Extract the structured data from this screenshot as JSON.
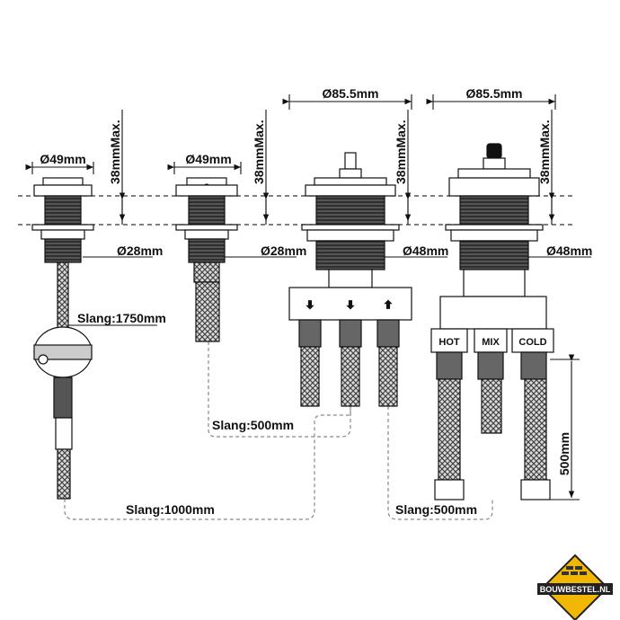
{
  "diagram": {
    "dims": {
      "d49_a": "Ø49mm",
      "d49_b": "Ø49mm",
      "d28_a": "Ø28mm",
      "d28_b": "Ø28mm",
      "d855_a": "Ø85.5mm",
      "d855_b": "Ø85.5mm",
      "d48_a": "Ø48mm",
      "d48_b": "Ø48mm",
      "max_a": "38mmMax.",
      "max_b": "38mmMax.",
      "max_c": "38mmMax.",
      "max_d": "38mmMax.",
      "hose_height": "500mm"
    },
    "hoses": {
      "h1750": "Slang:1750mm",
      "h500_left": "Slang:500mm",
      "h1000": "Slang:1000mm",
      "h500_right": "Slang:500mm"
    },
    "ports": {
      "hot": "HOT",
      "mix": "MIX",
      "cold": "COLD"
    }
  },
  "logo": {
    "text": "BOUWBESTEL.NL",
    "accent": "#f2b705"
  }
}
